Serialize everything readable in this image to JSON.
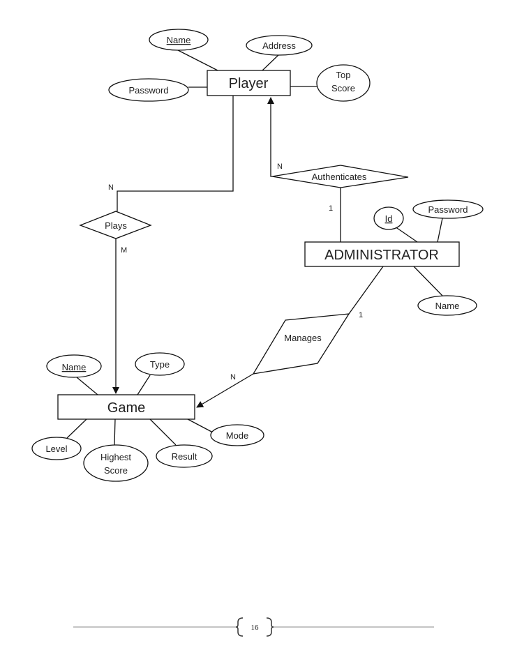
{
  "entities": {
    "player": "Player",
    "administrator": "ADMINISTRATOR",
    "game": "Game"
  },
  "relationships": {
    "authenticates": "Authenticates",
    "plays": "Plays",
    "manages": "Manages"
  },
  "attributes": {
    "player_name": "Name",
    "player_address": "Address",
    "player_password": "Password",
    "player_top_score": [
      "Top",
      "Score"
    ],
    "admin_id": "Id",
    "admin_password": "Password",
    "admin_name": "Name",
    "game_name": "Name",
    "game_type": "Type",
    "game_level": "Level",
    "game_highest_score": [
      "Highest",
      "Score"
    ],
    "game_result": "Result",
    "game_mode": "Mode"
  },
  "cardinalities": {
    "authenticates_player": "N",
    "authenticates_admin": "1",
    "plays_player": "N",
    "plays_game": "M",
    "manages_admin": "1",
    "manages_game": "N"
  },
  "footer": {
    "page_number": "16"
  }
}
